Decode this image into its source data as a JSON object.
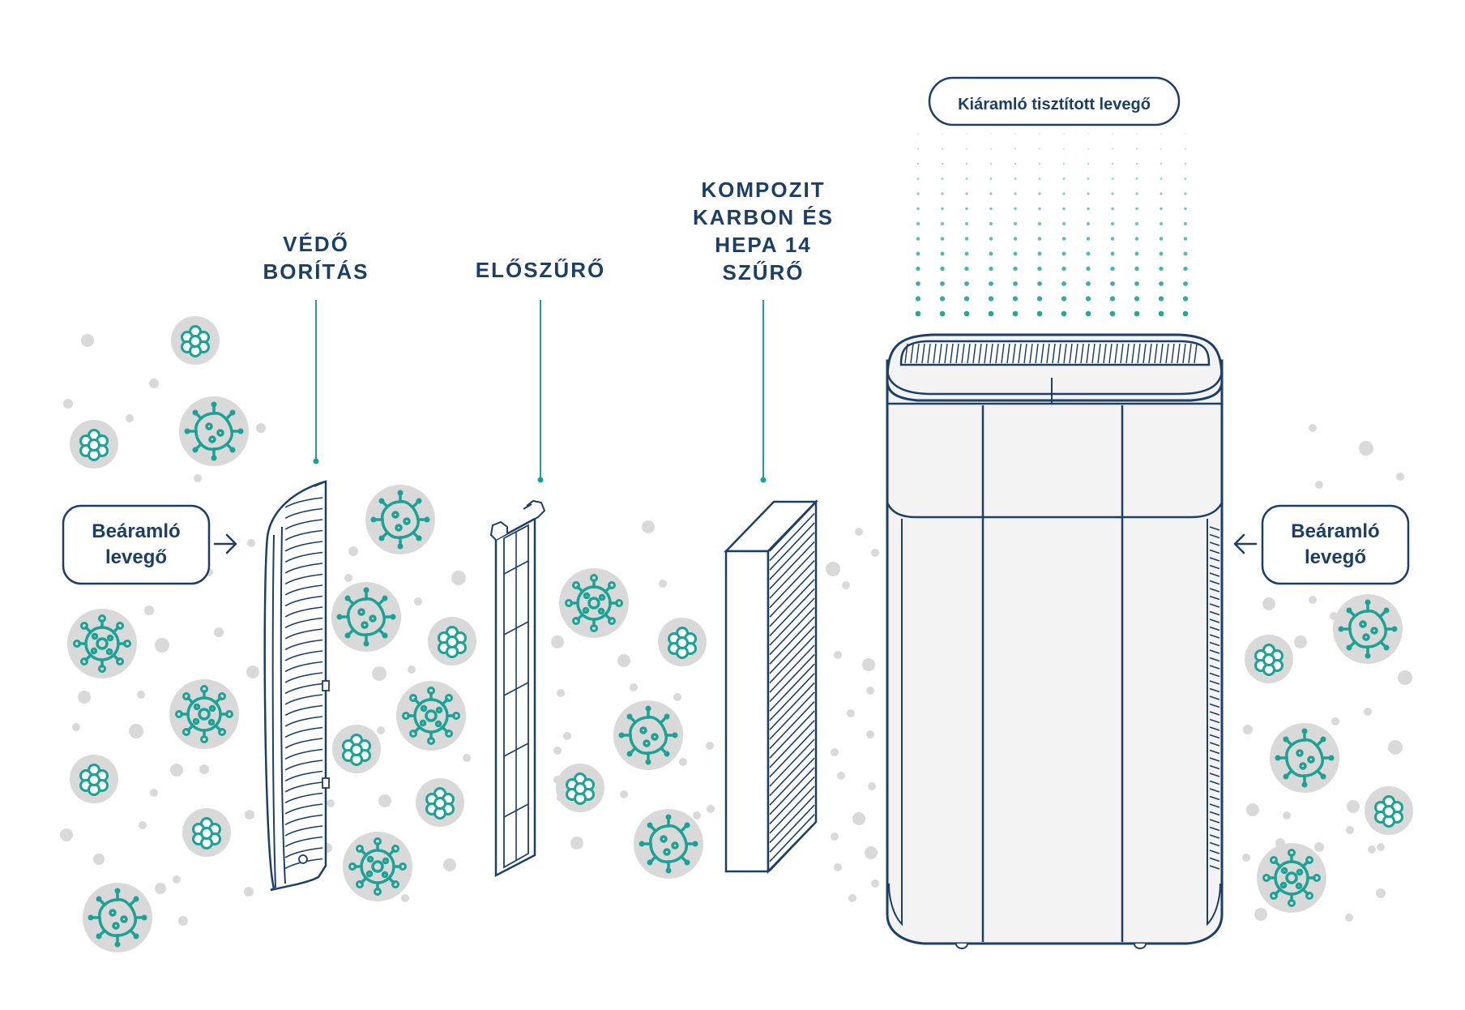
{
  "labels": {
    "outflow": "Kiáramló tisztított levegő",
    "inflow_left": [
      "Beáramló",
      "levegő"
    ],
    "inflow_right": [
      "Beáramló",
      "levegő"
    ],
    "protective_cover": [
      "VÉDŐ",
      "BORÍTÁS"
    ],
    "prefilter": [
      "ELŐSZŰRŐ"
    ],
    "hepa_filter": [
      "KOMPOZIT",
      "KARBON ÉS",
      "HEPA 14",
      "SZŰRŐ"
    ]
  },
  "colors": {
    "navy": "#1d3f66",
    "teal": "#1aa294",
    "gray_disc": "#d9d9d9",
    "light_gray": "#f3f3f3"
  },
  "icons": {
    "particle": "dust-particle-icon",
    "virus": "virus-icon",
    "bacteria": "bacteria-cluster-icon",
    "arrow": "arrow-icon"
  }
}
